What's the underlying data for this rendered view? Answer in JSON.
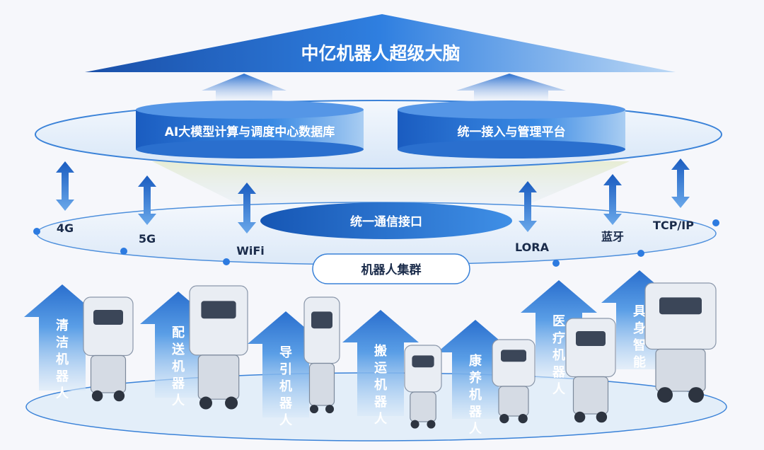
{
  "title": "中亿机器人超级大脑",
  "platform": {
    "left": "AI大模型计算与调度中心数据库",
    "right": "统一接入与管理平台"
  },
  "interface": "统一通信接口",
  "cluster": "机器人集群",
  "protocols": [
    "4G",
    "5G",
    "WiFi",
    "LORA",
    "蓝牙",
    "TCP/IP"
  ],
  "categories": [
    "清洁机器人",
    "配送机器人",
    "导引机器人",
    "搬运机器人",
    "康养机器人",
    "医疗机器人",
    "具身智能"
  ],
  "colors": {
    "primary": "#1565c0",
    "light": "#cfe3f7",
    "accent": "#2b7de0"
  }
}
